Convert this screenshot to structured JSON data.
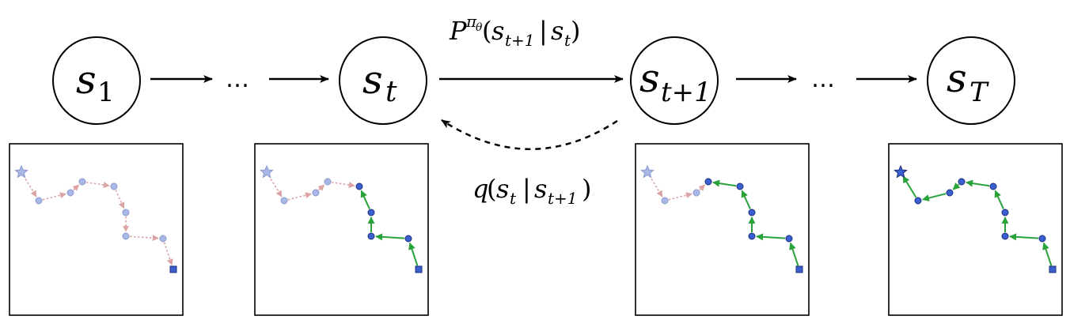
{
  "states": [
    {
      "id": "s1",
      "base": "s",
      "sub": "1"
    },
    {
      "id": "st",
      "base": "s",
      "sub": "t"
    },
    {
      "id": "st1",
      "base": "s",
      "sub": "t+1"
    },
    {
      "id": "sT",
      "base": "s",
      "sub": "T"
    }
  ],
  "ellipsis": "…",
  "forward_label": {
    "P": "P",
    "sup": "π",
    "supsub": "θ",
    "open": "(",
    "s1": "s",
    "s1sub": "t+1",
    "bar": "|",
    "s2": "s",
    "s2sub": "t",
    "close": ")"
  },
  "backward_label": {
    "q": "q",
    "open": "(",
    "s1": "s",
    "s1sub": "t",
    "bar": "|",
    "s2": "s",
    "s2sub": "t+1",
    "close": ")"
  },
  "colors": {
    "ghost_node": "#a9b7e6",
    "ghost_arrow": "#dba3a3",
    "active_node": "#3a5fd1",
    "active_arrow": "#2aa23a",
    "node_stroke": "#1b2f7a"
  },
  "panels": [
    {
      "id": "panel-1",
      "revealed": 0
    },
    {
      "id": "panel-t",
      "revealed": 4
    },
    {
      "id": "panel-t1",
      "revealed": 5
    },
    {
      "id": "panel-T",
      "revealed": 12
    }
  ]
}
